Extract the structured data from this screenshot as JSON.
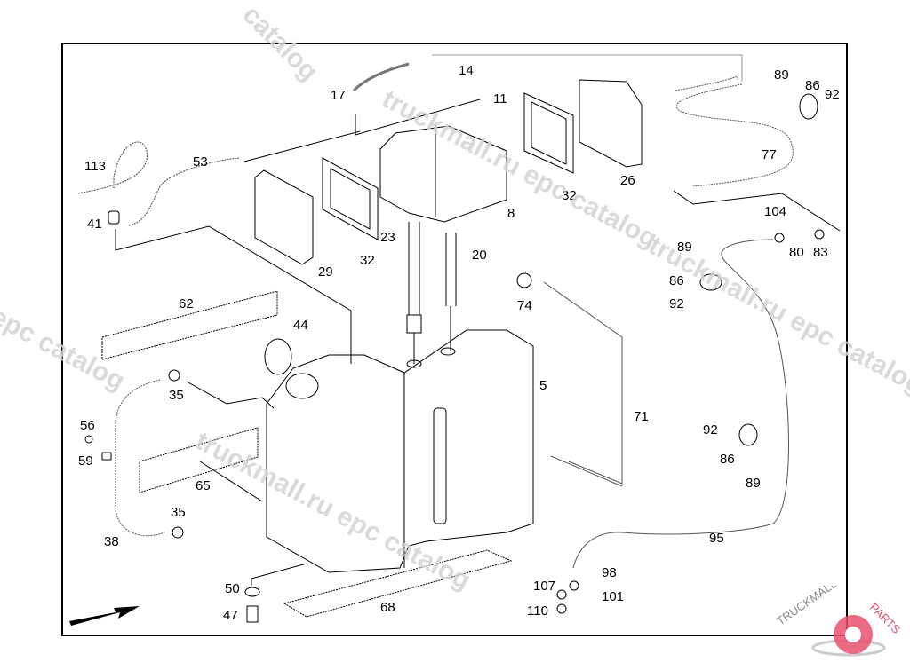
{
  "diagram": {
    "title": "Fuel tank / reservoir assembly exploded view",
    "part_labels": [
      {
        "id": "17",
        "text": "17"
      },
      {
        "id": "14",
        "text": "14"
      },
      {
        "id": "11",
        "text": "11"
      },
      {
        "id": "113",
        "text": "113"
      },
      {
        "id": "53",
        "text": "53"
      },
      {
        "id": "41",
        "text": "41"
      },
      {
        "id": "29",
        "text": "29"
      },
      {
        "id": "32a",
        "text": "32"
      },
      {
        "id": "23",
        "text": "23"
      },
      {
        "id": "8",
        "text": "8"
      },
      {
        "id": "20",
        "text": "20"
      },
      {
        "id": "32b",
        "text": "32"
      },
      {
        "id": "26",
        "text": "26"
      },
      {
        "id": "89a",
        "text": "89"
      },
      {
        "id": "86a",
        "text": "86"
      },
      {
        "id": "92a",
        "text": "92"
      },
      {
        "id": "77",
        "text": "77"
      },
      {
        "id": "104",
        "text": "104"
      },
      {
        "id": "80",
        "text": "80"
      },
      {
        "id": "83",
        "text": "83"
      },
      {
        "id": "89b",
        "text": "89"
      },
      {
        "id": "86b",
        "text": "86"
      },
      {
        "id": "92b",
        "text": "92"
      },
      {
        "id": "74",
        "text": "74"
      },
      {
        "id": "62",
        "text": "62"
      },
      {
        "id": "44",
        "text": "44"
      },
      {
        "id": "35a",
        "text": "35"
      },
      {
        "id": "5",
        "text": "5"
      },
      {
        "id": "71",
        "text": "71"
      },
      {
        "id": "56",
        "text": "56"
      },
      {
        "id": "59",
        "text": "59"
      },
      {
        "id": "65",
        "text": "65"
      },
      {
        "id": "92c",
        "text": "92"
      },
      {
        "id": "86c",
        "text": "86"
      },
      {
        "id": "89c",
        "text": "89"
      },
      {
        "id": "35b",
        "text": "35"
      },
      {
        "id": "38",
        "text": "38"
      },
      {
        "id": "95",
        "text": "95"
      },
      {
        "id": "98",
        "text": "98"
      },
      {
        "id": "50",
        "text": "50"
      },
      {
        "id": "107",
        "text": "107"
      },
      {
        "id": "101",
        "text": "101"
      },
      {
        "id": "47",
        "text": "47"
      },
      {
        "id": "68",
        "text": "68"
      },
      {
        "id": "110",
        "text": "110"
      }
    ],
    "watermarks": [
      "truckmall.ru epc catalog",
      "truckmall.ru epc catalog",
      "truckmall.ru epc catalog",
      "epc catalog",
      "catalog"
    ],
    "logo": {
      "text_gray": "TRUCKMALL",
      "text_red": "PARTS",
      "accent_color": "#e8506e"
    }
  }
}
